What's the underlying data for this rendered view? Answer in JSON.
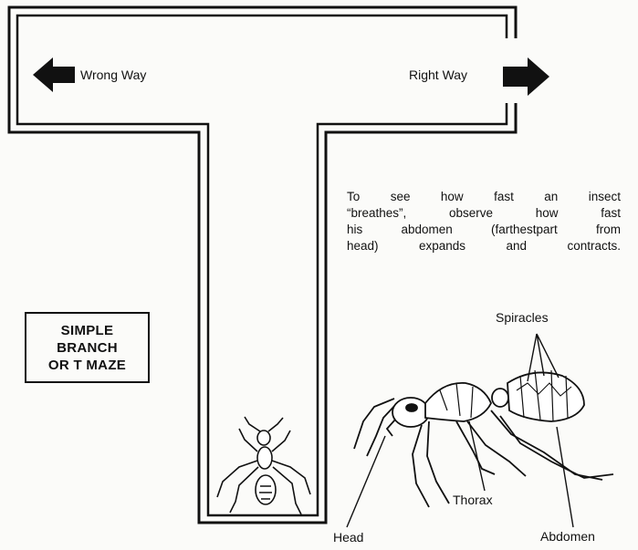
{
  "maze": {
    "left_label": "Wrong Way",
    "right_label": "Right Way",
    "box_lines": [
      "SIMPLE",
      "BRANCH",
      "OR T MAZE"
    ]
  },
  "info_text_lines": [
    "To see how fast an insect",
    "“breathes”, observe how fast",
    "his abdomen (farthestpart from",
    "head) expands and contracts."
  ],
  "ant_labels": {
    "spiracles": "Spiracles",
    "thorax": "Thorax",
    "head": "Head",
    "abdomen": "Abdomen"
  },
  "icons": {
    "left_arrow": "arrow-left-icon",
    "right_arrow": "arrow-right-icon"
  }
}
